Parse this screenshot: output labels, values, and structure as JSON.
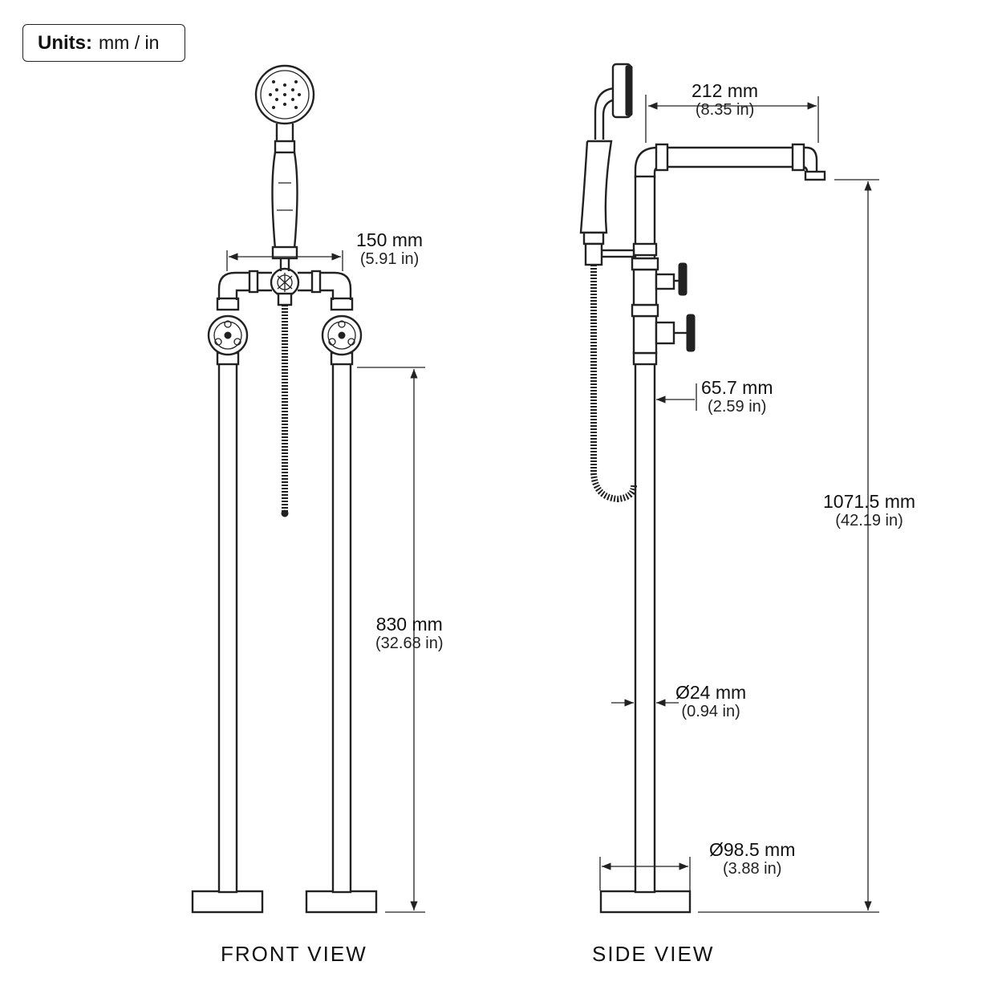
{
  "units": {
    "label": "Units:",
    "value": "mm / in"
  },
  "views": {
    "front": "FRONT VIEW",
    "side": "SIDE VIEW"
  },
  "dimensions": {
    "d150": {
      "mm": "150 mm",
      "inch": "(5.91 in)"
    },
    "d830": {
      "mm": "830 mm",
      "inch": "(32.68 in)"
    },
    "d212": {
      "mm": "212 mm",
      "inch": "(8.35 in)"
    },
    "d657": {
      "mm": "65.7 mm",
      "inch": "(2.59 in)"
    },
    "d10715": {
      "mm": "1071.5 mm",
      "inch": "(42.19 in)"
    },
    "d24": {
      "mm": "Ø24 mm",
      "inch": "(0.94 in)"
    },
    "d985": {
      "mm": "Ø98.5 mm",
      "inch": "(3.88 in)"
    }
  }
}
